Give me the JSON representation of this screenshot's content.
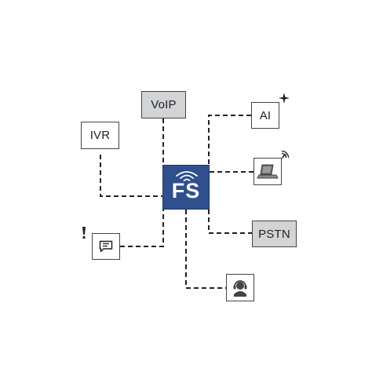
{
  "diagram": {
    "hub": {
      "label": "FS",
      "color": "#2f4f8f"
    },
    "nodes": {
      "voip": {
        "label": "VoIP"
      },
      "ivr": {
        "label": "IVR"
      },
      "ai": {
        "label": "AI"
      },
      "laptop": {
        "icon": "laptop-icon"
      },
      "pstn": {
        "label": "PSTN"
      },
      "chat": {
        "icon": "chat-message-icon"
      },
      "agent": {
        "icon": "headset-agent-icon"
      }
    },
    "decorations": {
      "ai": "sparkle-icon",
      "laptop": "wifi-signal-icon",
      "chat": "exclamation-icon"
    },
    "colors": {
      "node_border": "#444444",
      "gray_fill": "#d3d4d6",
      "wire": "#222222"
    }
  }
}
